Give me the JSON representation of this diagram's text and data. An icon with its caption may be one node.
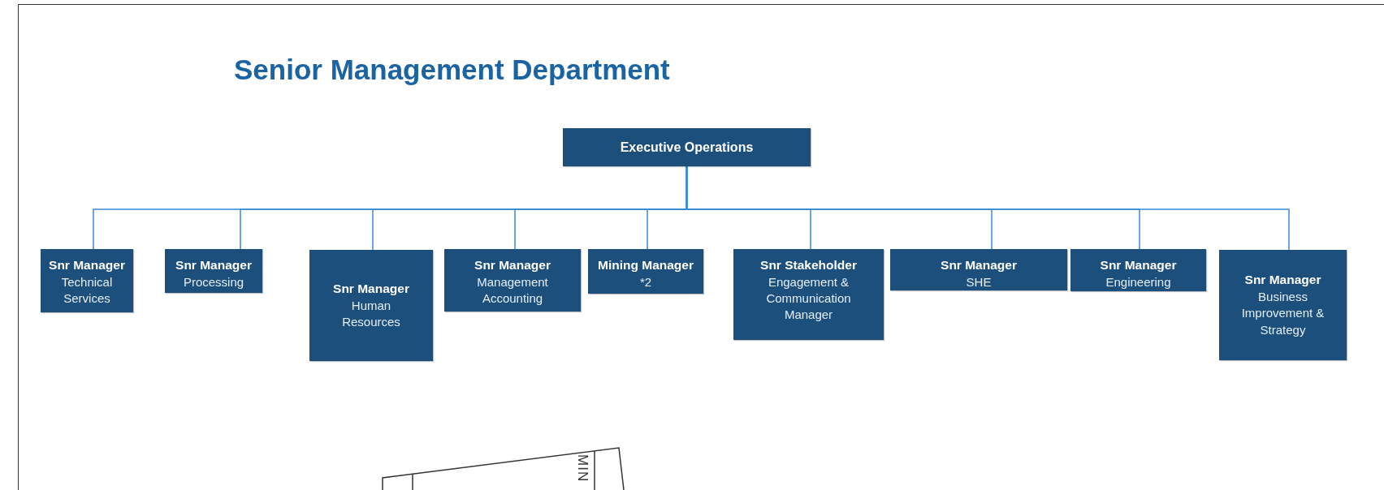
{
  "diagram": {
    "title": "Senior Management Department",
    "nodes": [
      {
        "text": [
          "Executive Operations"
        ]
      },
      {
        "text": [
          "Snr Manager",
          "Technical Services"
        ]
      },
      {
        "text": [
          "Snr Manager",
          "Processing"
        ]
      },
      {
        "text": [
          "Snr Manager",
          "Human Resources"
        ]
      },
      {
        "text": [
          "Snr Manager",
          "Management Accounting"
        ]
      },
      {
        "text": [
          "Mining Manager",
          "*2"
        ]
      },
      {
        "text": [
          "Snr Stakeholder",
          "Engagement & Communication Manager"
        ]
      },
      {
        "text": [
          "Snr Manager",
          "SHE"
        ]
      },
      {
        "text": [
          "Snr Manager",
          "Engineering"
        ]
      },
      {
        "text": [
          "Snr Manager",
          "Business Improvement & Strategy"
        ]
      }
    ],
    "edges": [
      {
        "from": 0,
        "to": 1,
        "arrow": "none"
      },
      {
        "from": 0,
        "to": 2,
        "arrow": "none"
      },
      {
        "from": 0,
        "to": 3,
        "arrow": "none"
      },
      {
        "from": 0,
        "to": 4,
        "arrow": "none"
      },
      {
        "from": 0,
        "to": 5,
        "arrow": "none"
      },
      {
        "from": 0,
        "to": 6,
        "arrow": "none"
      },
      {
        "from": 0,
        "to": 7,
        "arrow": "none"
      },
      {
        "from": 0,
        "to": 8,
        "arrow": "none"
      },
      {
        "from": 0,
        "to": 9,
        "arrow": "none"
      }
    ],
    "labels": [
      "MIN"
    ]
  }
}
